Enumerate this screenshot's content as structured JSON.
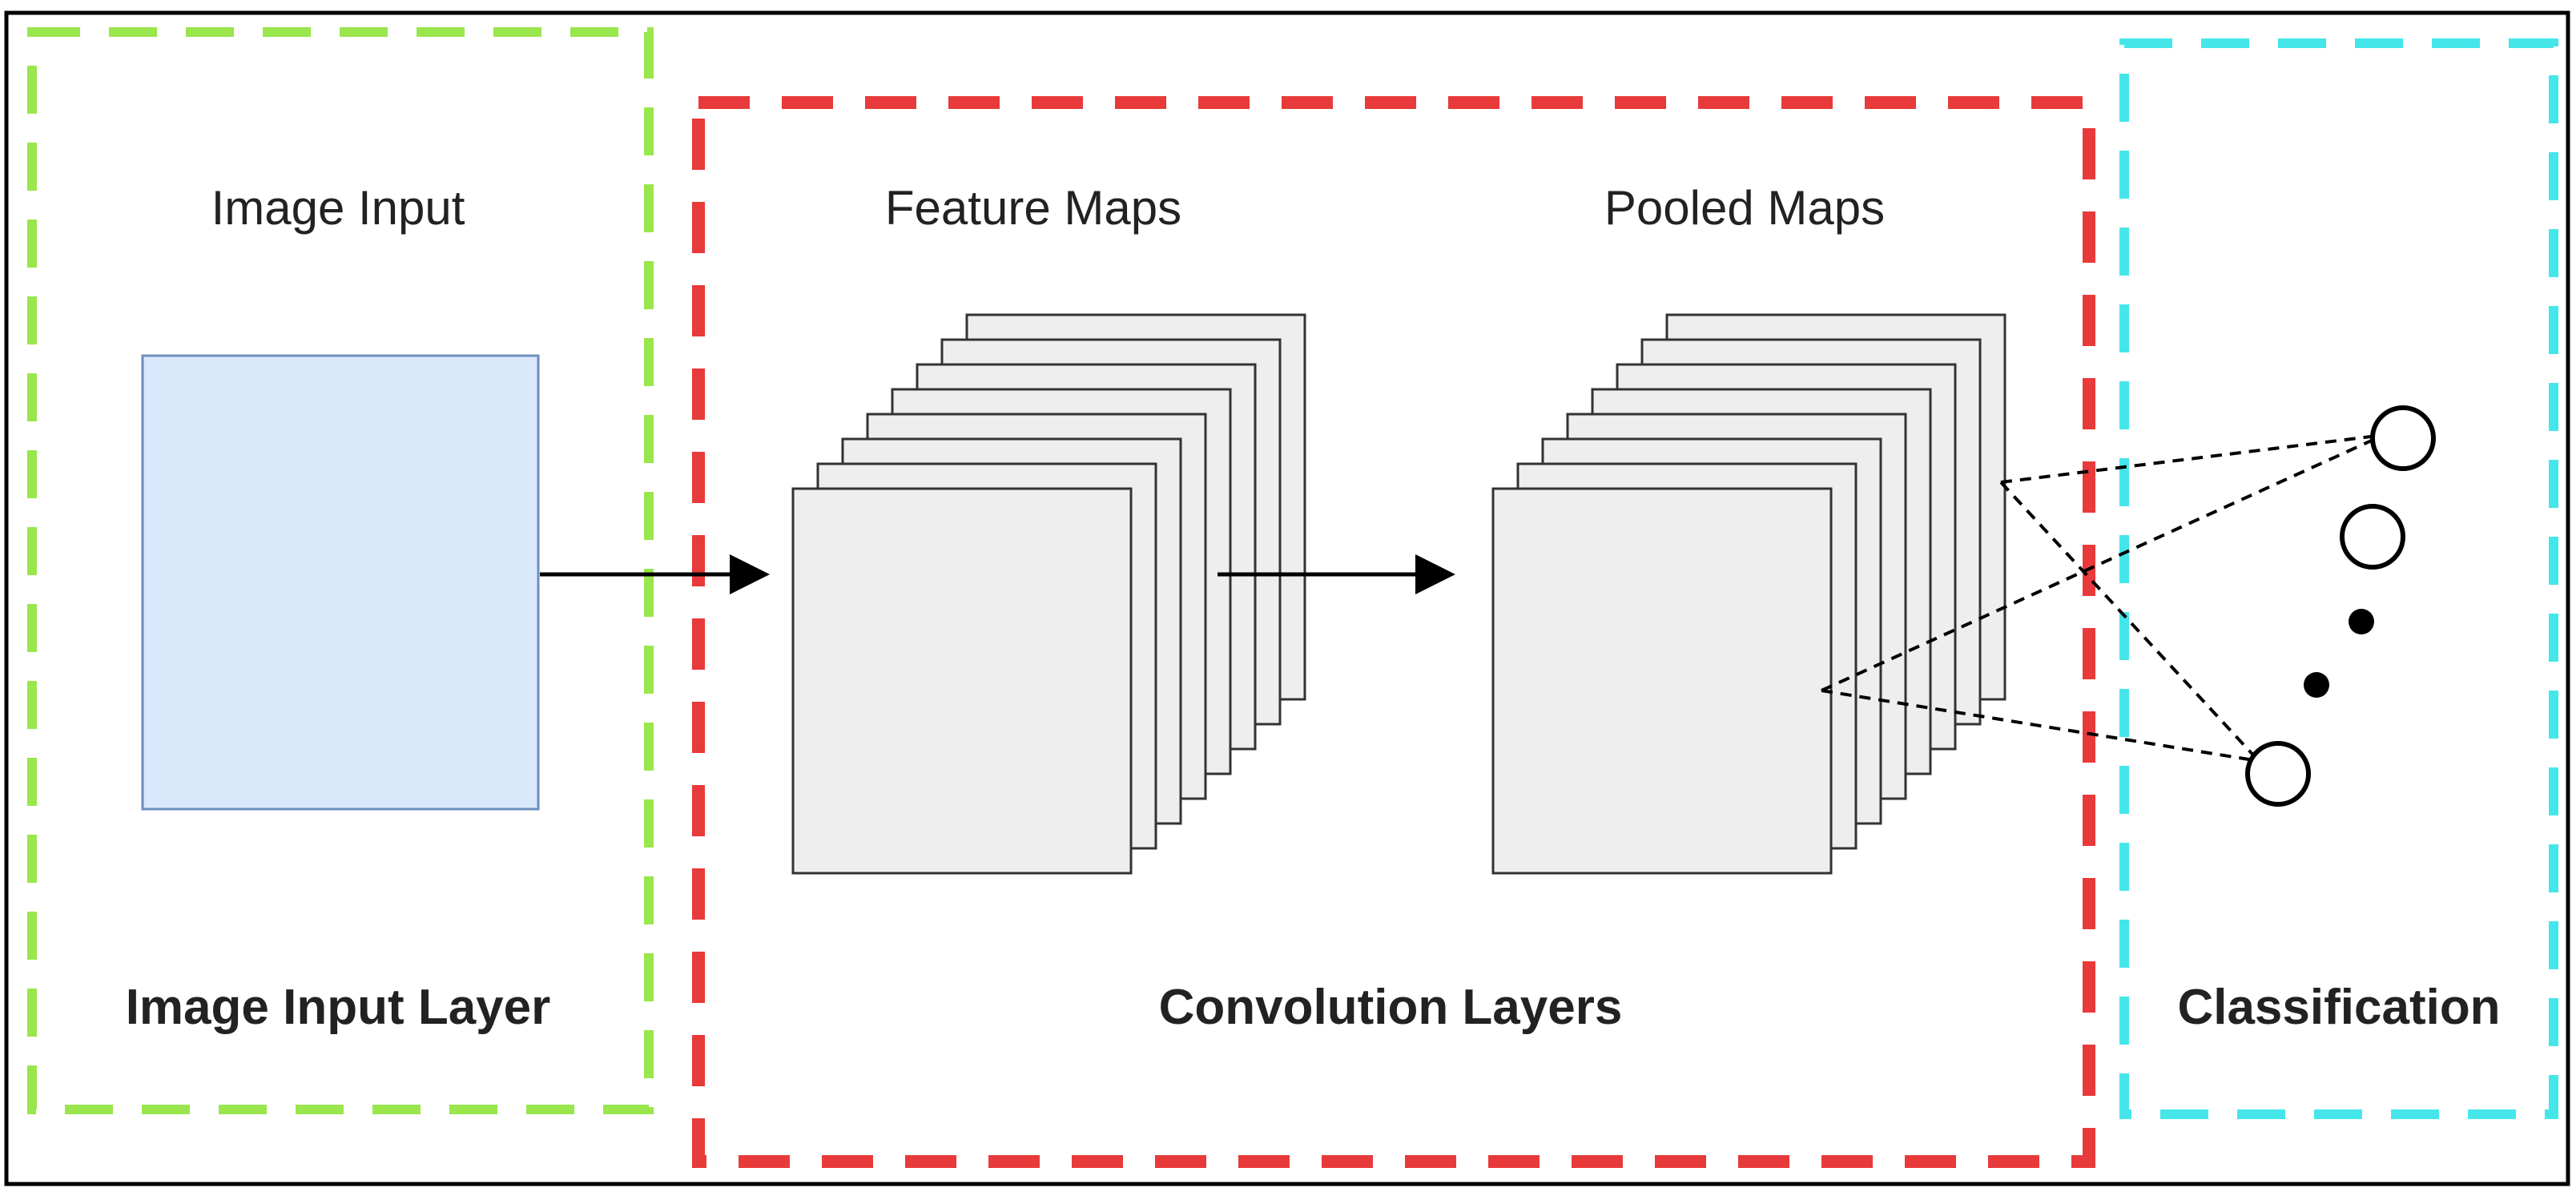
{
  "labels": {
    "image_input": "Image Input",
    "feature_maps": "Feature Maps",
    "pooled_maps": "Pooled Maps",
    "image_input_layer": "Image Input Layer",
    "convolution_layers": "Convolution Layers",
    "classification": "Classification"
  },
  "colors": {
    "input_region": "#99e64d",
    "convolution_region": "#e83a3a",
    "classification_region": "#45e6ea",
    "input_image_fill": "#dae8fc",
    "input_image_stroke": "#6c8ebf",
    "map_fill": "#eeeeee",
    "map_stroke": "#333333"
  },
  "counts": {
    "feature_map_layers": 8,
    "pooled_map_layers": 8,
    "output_nodes": 3
  }
}
